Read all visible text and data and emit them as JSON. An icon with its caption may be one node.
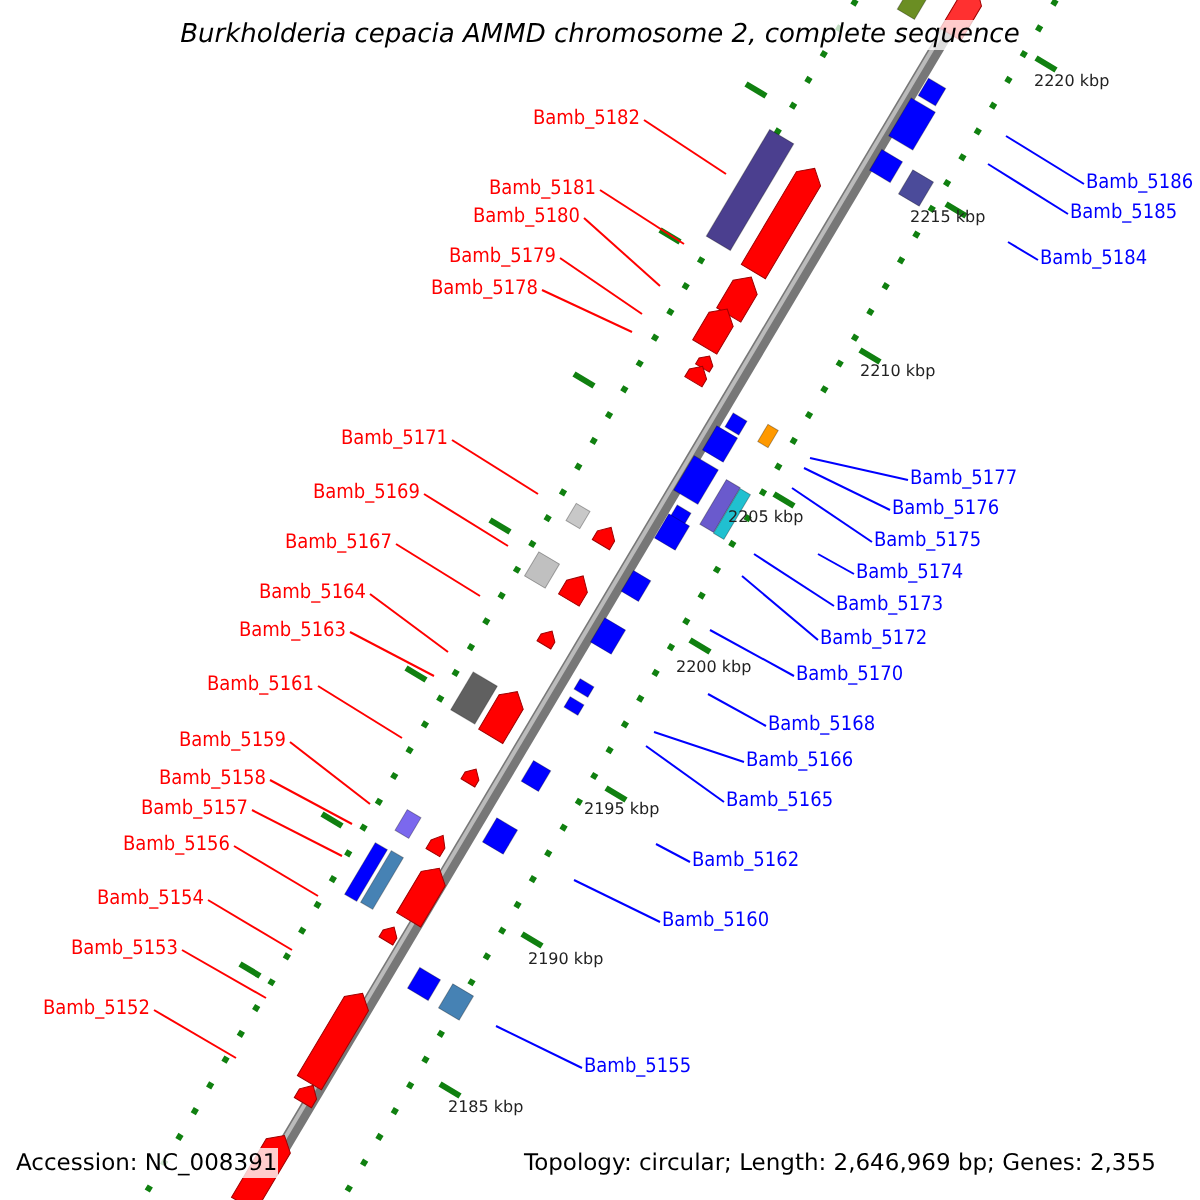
{
  "diagram": {
    "title": "Burkholderia cepacia AMMD chromosome 2, complete sequence",
    "nodes": [
      {
        "text": [
          "Bamb_5182"
        ]
      },
      {
        "text": [
          "Bamb_5186"
        ]
      },
      {
        "text": [
          "Bamb_5181"
        ]
      },
      {
        "text": [
          "Bamb_5185"
        ]
      },
      {
        "text": [
          "Bamb_5180"
        ]
      },
      {
        "text": [
          "Bamb_5179"
        ]
      },
      {
        "text": [
          "Bamb_5184"
        ]
      },
      {
        "text": [
          "Bamb_5178"
        ]
      },
      {
        "text": [
          "Bamb_5171"
        ]
      },
      {
        "text": [
          "Bamb_5177"
        ]
      },
      {
        "text": [
          "Bamb_5169"
        ]
      },
      {
        "text": [
          "Bamb_5176"
        ]
      },
      {
        "text": [
          "Bamb_5175"
        ]
      },
      {
        "text": [
          "Bamb_5167"
        ]
      },
      {
        "text": [
          "Bamb_5174"
        ]
      },
      {
        "text": [
          "Bamb_5164"
        ]
      },
      {
        "text": [
          "Bamb_5173"
        ]
      },
      {
        "text": [
          "Bamb_5163"
        ]
      },
      {
        "text": [
          "Bamb_5172"
        ]
      },
      {
        "text": [
          "Bamb_5170"
        ]
      },
      {
        "text": [
          "Bamb_5161"
        ]
      },
      {
        "text": [
          "Bamb_5168"
        ]
      },
      {
        "text": [
          "Bamb_5159"
        ]
      },
      {
        "text": [
          "Bamb_5166"
        ]
      },
      {
        "text": [
          "Bamb_5158"
        ]
      },
      {
        "text": [
          "Bamb_5165"
        ]
      },
      {
        "text": [
          "Bamb_5157"
        ]
      },
      {
        "text": [
          "Bamb_5156"
        ]
      },
      {
        "text": [
          "Bamb_5162"
        ]
      },
      {
        "text": [
          "Bamb_5154"
        ]
      },
      {
        "text": [
          "Bamb_5160"
        ]
      },
      {
        "text": [
          "Bamb_5153"
        ]
      },
      {
        "text": [
          "Bamb_5152"
        ]
      },
      {
        "text": [
          "Bamb_5155"
        ]
      }
    ],
    "edges": [
      {
        "from": 0,
        "to": null,
        "arrow": "none"
      },
      {
        "from": 1,
        "to": null,
        "arrow": "none",
        "color": "#0000ff"
      },
      {
        "from": 2,
        "to": null,
        "arrow": "none"
      },
      {
        "from": 3,
        "to": null,
        "arrow": "none",
        "color": "#0000ff"
      },
      {
        "from": 4,
        "to": null,
        "arrow": "none"
      },
      {
        "from": 5,
        "to": null,
        "arrow": "none"
      },
      {
        "from": 6,
        "to": null,
        "arrow": "none",
        "color": "#0000ff"
      },
      {
        "from": 7,
        "to": null,
        "arrow": "none"
      },
      {
        "from": 8,
        "to": null,
        "arrow": "none"
      },
      {
        "from": 9,
        "to": null,
        "arrow": "none",
        "color": "#0000ff"
      },
      {
        "from": 10,
        "to": null,
        "arrow": "none"
      },
      {
        "from": 11,
        "to": null,
        "arrow": "none",
        "color": "#0000ff"
      },
      {
        "from": 12,
        "to": null,
        "arrow": "none",
        "color": "#0000ff"
      },
      {
        "from": 13,
        "to": null,
        "arrow": "none"
      },
      {
        "from": 14,
        "to": null,
        "arrow": "none",
        "color": "#0000ff"
      },
      {
        "from": 15,
        "to": null,
        "arrow": "none"
      },
      {
        "from": 16,
        "to": null,
        "arrow": "none",
        "color": "#0000ff"
      },
      {
        "from": 17,
        "to": null,
        "arrow": "none"
      },
      {
        "from": 18,
        "to": null,
        "arrow": "none",
        "color": "#0000ff"
      },
      {
        "from": 19,
        "to": null,
        "arrow": "none",
        "color": "#0000ff"
      },
      {
        "from": 20,
        "to": null,
        "arrow": "none"
      },
      {
        "from": 21,
        "to": null,
        "arrow": "none",
        "color": "#0000ff"
      },
      {
        "from": 22,
        "to": null,
        "arrow": "none"
      },
      {
        "from": 23,
        "to": null,
        "arrow": "none",
        "color": "#0000ff"
      },
      {
        "from": 24,
        "to": null,
        "arrow": "none"
      },
      {
        "from": 25,
        "to": null,
        "arrow": "none",
        "color": "#0000ff"
      },
      {
        "from": 26,
        "to": null,
        "arrow": "none"
      },
      {
        "from": 27,
        "to": null,
        "arrow": "none"
      },
      {
        "from": 28,
        "to": null,
        "arrow": "none",
        "color": "#0000ff"
      },
      {
        "from": 29,
        "to": null,
        "arrow": "none"
      },
      {
        "from": 30,
        "to": null,
        "arrow": "none",
        "color": "#0000ff"
      },
      {
        "from": 31,
        "to": null,
        "arrow": "none"
      },
      {
        "from": 32,
        "to": null,
        "arrow": "none"
      },
      {
        "from": 33,
        "to": null,
        "arrow": "none",
        "color": "#0000ff"
      }
    ],
    "labels": [
      "2220 kbp",
      "2215 kbp",
      "2210 kbp",
      "2205 kbp",
      "2200 kbp",
      "2195 kbp",
      "2190 kbp",
      "2185 kbp",
      "Accession: NC_008391",
      "Topology: circular; Length: 2,646,969 bp; Genes: 2,355"
    ]
  }
}
